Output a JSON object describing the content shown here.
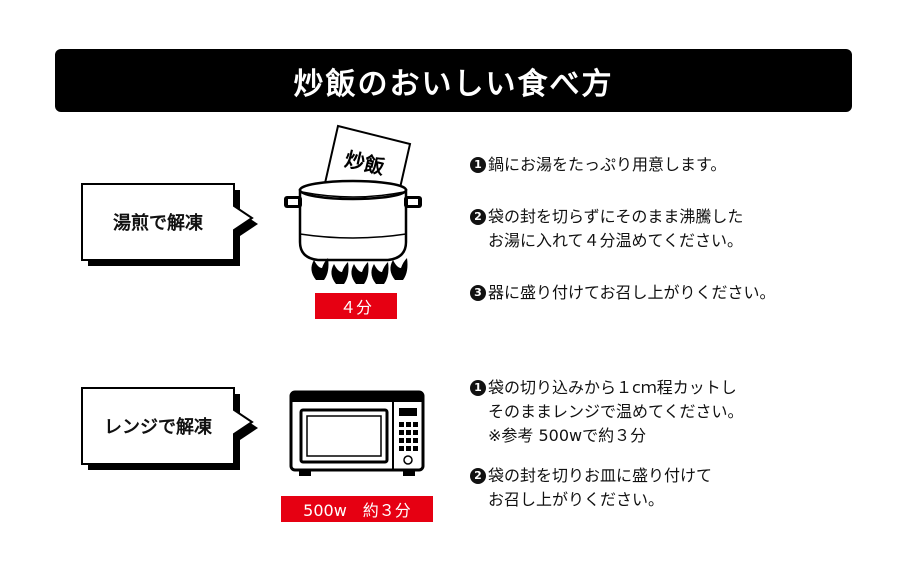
{
  "title": "炒飯のおいしい食べ方",
  "methods": [
    {
      "label": "湯煎で解凍",
      "bag_label": "炒飯",
      "badge": "４分",
      "steps": [
        {
          "num": "1",
          "lines": [
            "鍋にお湯をたっぷり用意します。"
          ]
        },
        {
          "num": "2",
          "lines": [
            "袋の封を切らずにそのまま沸騰した",
            "お湯に入れて４分温めてください。"
          ]
        },
        {
          "num": "3",
          "lines": [
            "器に盛り付けてお召し上がりください。"
          ]
        }
      ]
    },
    {
      "label": "レンジで解凍",
      "badge": "500w　約３分",
      "steps": [
        {
          "num": "1",
          "lines": [
            "袋の切り込みから１cｍ程カットし",
            "そのままレンジで温めてください。",
            "※参考 500wで約３分"
          ]
        },
        {
          "num": "2",
          "lines": [
            "袋の封を切りお皿に盛り付けて",
            "お召し上がりください。"
          ]
        }
      ]
    }
  ],
  "colors": {
    "accent": "#e60012",
    "title_bg": "#000000"
  }
}
